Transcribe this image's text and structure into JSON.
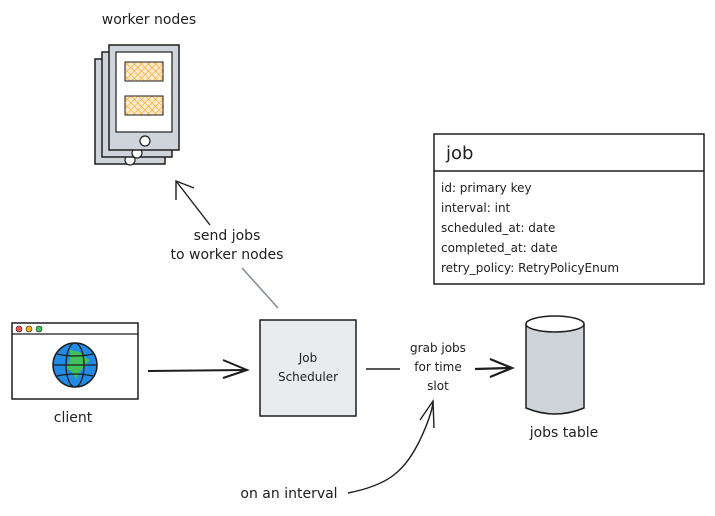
{
  "labels": {
    "worker_nodes": "worker nodes",
    "client": "client",
    "send_jobs_line1": "send jobs",
    "send_jobs_line2": "to worker nodes",
    "scheduler_line1": "Job",
    "scheduler_line2": "Scheduler",
    "grab_line1": "grab jobs",
    "grab_line2": "for time",
    "grab_line3": "slot",
    "jobs_table": "jobs table",
    "on_interval": "on an interval"
  },
  "entity": {
    "title": "job",
    "fields": [
      "id: primary key",
      "interval: int",
      "scheduled_at: date",
      "completed_at: date",
      "retry_policy: RetryPolicyEnum"
    ]
  },
  "colors": {
    "stroke": "#1e1e1e",
    "device_fill": "#ced4da",
    "screen_slot": "#ffd8a8",
    "hatch": "#f59f00",
    "scheduler_fill": "#e9ecef",
    "db_fill": "#ced4da",
    "globe_blue": "#228be6",
    "globe_green": "#40c057",
    "dot_red": "#fa5252",
    "dot_yellow": "#fab005",
    "dot_green": "#40c057"
  }
}
